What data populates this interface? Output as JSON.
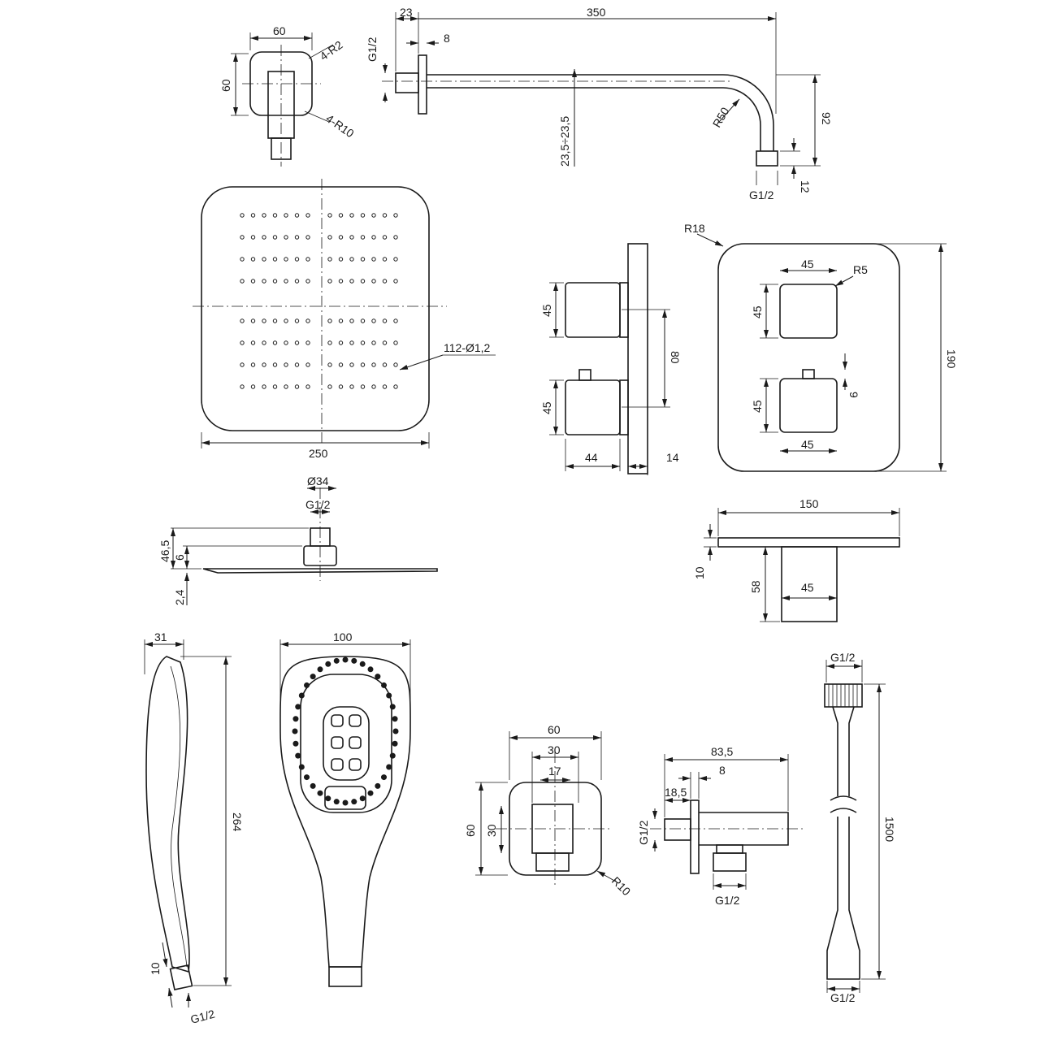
{
  "dims": {
    "elbow_width": "60",
    "elbow_height": "60",
    "elbow_r2": "4-R2",
    "elbow_r10": "4-R10",
    "arm_offset": "23",
    "arm_length": "350",
    "arm_thread": "G1/2",
    "arm_flange": "8",
    "arm_depth": "23,5÷23,5",
    "arm_radius": "R50",
    "arm_drop": "92",
    "arm_end_thread": "G1/2",
    "arm_nut": "12",
    "head_holes": "112-Ø1,2",
    "head_width": "250",
    "thermo_knob1": "45",
    "thermo_spacing": "80",
    "thermo_knob2": "45",
    "thermo_knob_depth": "44",
    "thermo_plate": "14",
    "front_radius": "R18",
    "front_sq_w1": "45",
    "front_sq_r": "R5",
    "front_sq_h1": "45",
    "front_height": "190",
    "front_sq_h2": "45",
    "front_pin": "9",
    "front_sq_w2": "45",
    "shelf_width": "150",
    "shelf_thick": "10",
    "shelf_block_h": "58",
    "shelf_block_w": "45",
    "head_conn_dia": "Ø34",
    "head_conn_thread": "G1/2",
    "head_total_h": "46,5",
    "head_nut_h": "6",
    "head_plate_h": "2,4",
    "hand_depth": "31",
    "hand_length": "264",
    "hand_thread_len": "10",
    "hand_thread": "G1/2",
    "hand_width": "100",
    "outlet_w": "60",
    "outlet_inner_w": "30",
    "outlet_slot": "17",
    "outlet_h": "60",
    "outlet_inner_h": "30",
    "outlet_r": "R10",
    "outlet_side_len": "83,5",
    "outlet_side_flange": "8",
    "outlet_side_nip": "18,5",
    "outlet_side_thread": "G1/2",
    "outlet_bottom_thread": "G1/2",
    "hose_top_thread": "G1/2",
    "hose_length": "1500",
    "hose_bottom_thread": "G1/2"
  }
}
